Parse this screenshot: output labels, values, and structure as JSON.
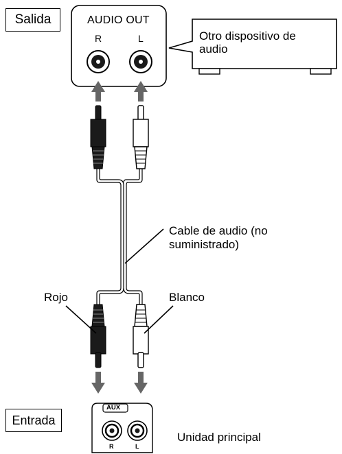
{
  "labels": {
    "output": "Salida",
    "input": "Entrada",
    "audio_out_panel": "AUDIO OUT",
    "panel_r": "R",
    "panel_l": "L",
    "other_device": "Otro dispositivo de\naudio",
    "cable": "Cable de audio (no\nsuministrado)",
    "red": "Rojo",
    "white": "Blanco",
    "aux_panel": "AUX",
    "aux_r": "R",
    "aux_l": "L",
    "main_unit": "Unidad principal"
  },
  "colors": {
    "red_plug": "#1a1a1a",
    "white_plug": "#ffffff",
    "arrow": "#666666"
  }
}
